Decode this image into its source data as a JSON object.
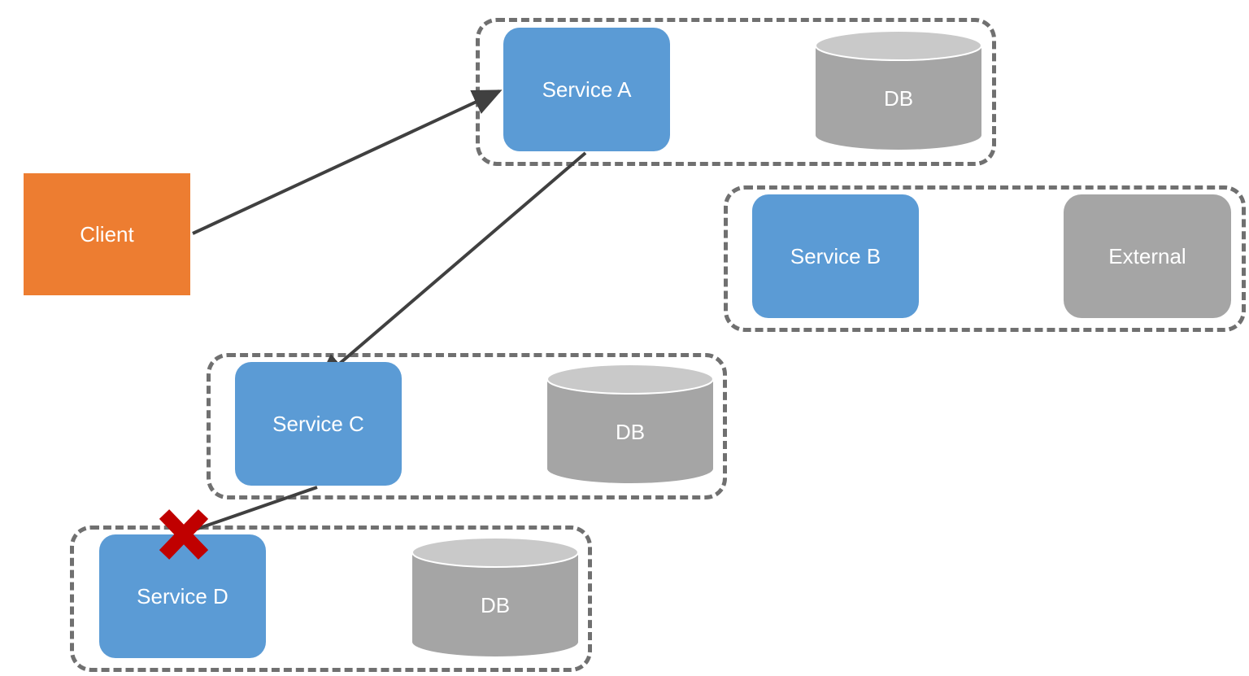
{
  "colors": {
    "client": "#ED7D31",
    "service": "#5B9BD5",
    "store": "#A5A5A5",
    "store_top": "#C9C9C9",
    "edge": "#404040",
    "group_border": "#707070",
    "failure": "#C00000"
  },
  "nodes": {
    "client": {
      "label": "Client"
    },
    "service_a": {
      "label": "Service A"
    },
    "service_b": {
      "label": "Service B"
    },
    "service_c": {
      "label": "Service C"
    },
    "service_d": {
      "label": "Service D"
    },
    "external": {
      "label": "External"
    },
    "db_a": {
      "label": "DB"
    },
    "db_c": {
      "label": "DB"
    },
    "db_d": {
      "label": "DB"
    }
  },
  "edges": [
    {
      "from": "client",
      "to": "service_a",
      "arrow": true
    },
    {
      "from": "service_a",
      "to": "service_c",
      "arrow": true
    },
    {
      "from": "service_c",
      "to": "service_d",
      "arrow": false,
      "failed": true
    }
  ],
  "failure_marker": {
    "icon": "red-x-icon",
    "on_edge": "service_c-service_d"
  }
}
